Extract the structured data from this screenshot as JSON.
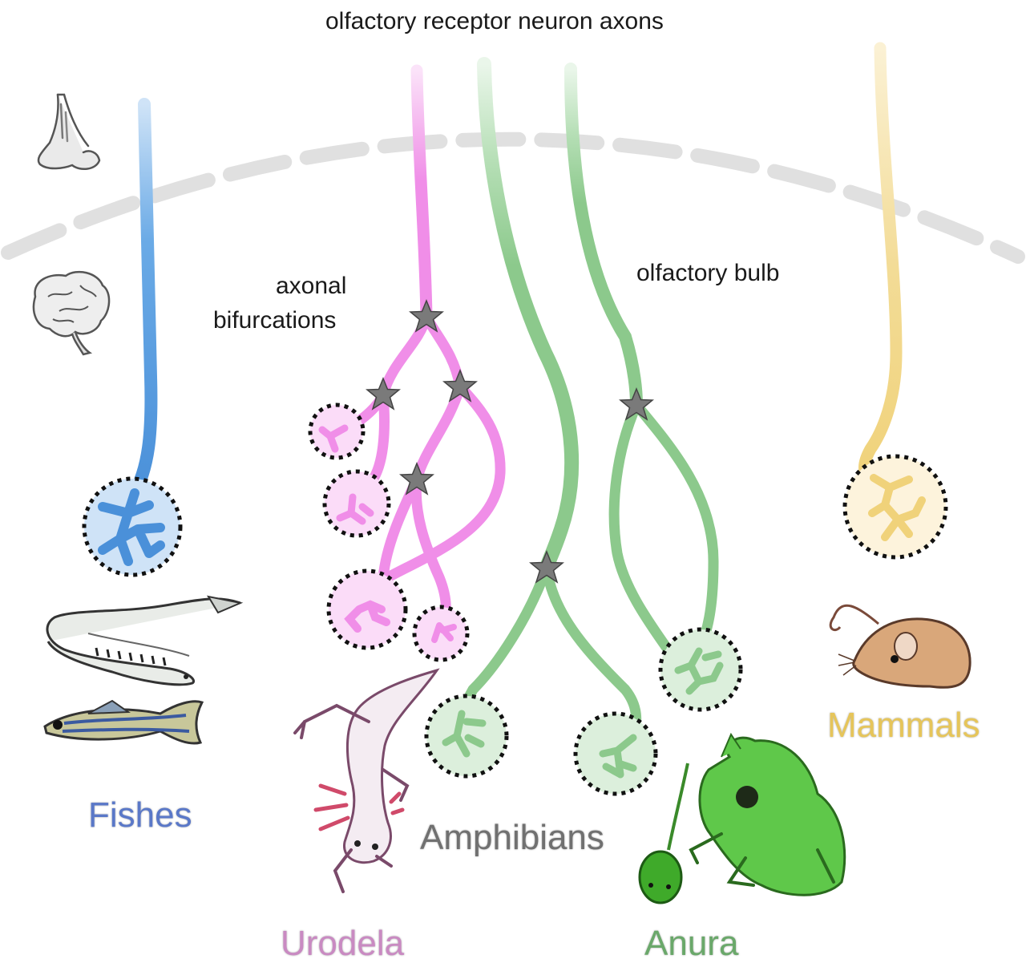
{
  "labels": {
    "title": "olfactory receptor neuron axons",
    "bifurcations_line1": "axonal",
    "bifurcations_line2": "bifurcations",
    "bulb": "olfactory bulb"
  },
  "groups": {
    "fishes": "Fishes",
    "urodela": "Urodela",
    "amphibians": "Amphibians",
    "anura": "Anura",
    "mammals": "Mammals"
  },
  "colors": {
    "fishes": "#4a90d9",
    "urodela": "#f08ee8",
    "anura": "#8cc98c",
    "mammals": "#f0d27a",
    "boundary": "#e0e0e0",
    "star": "#777777",
    "fishes_text": "#5a78c8",
    "urodela_text": "#c98ac2",
    "amphibians_text": "#707070",
    "anura_text": "#6aa86a",
    "mammals_text": "#e6c55a"
  },
  "icons": [
    "nose-icon",
    "brain-icon",
    "lamprey-icon",
    "zebrafish-icon",
    "axolotl-icon",
    "tadpole-icon",
    "frog-icon",
    "mouse-icon",
    "bifurcation-star-icon"
  ]
}
